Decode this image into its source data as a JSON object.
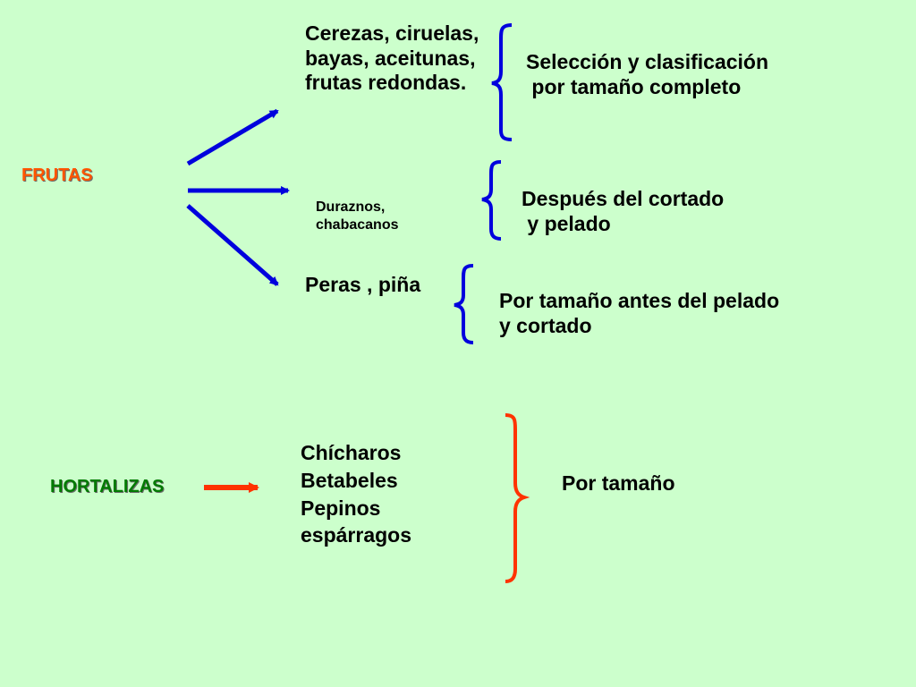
{
  "colors": {
    "background": "#ccffcc",
    "frutas_arrows": "#0000dd",
    "hortalizas_arrow": "#ff3300",
    "frutas_brackets": "#0000dd",
    "hortalizas_bracket": "#ff3300",
    "frutas_label": "#ff5500",
    "hortalizas_label": "#007a00"
  },
  "frutas": {
    "label": "FRUTAS",
    "branches": [
      {
        "items": [
          "Cerezas, ciruelas,",
          "bayas, aceitunas,",
          "frutas redondas."
        ],
        "process": [
          "Selección y clasificación",
          " por tamaño completo"
        ]
      },
      {
        "items": [
          "Duraznos,",
          "chabacanos"
        ],
        "process": [
          "Después del cortado",
          " y pelado"
        ]
      },
      {
        "items": [
          "Peras , piña"
        ],
        "process": [
          "Por tamaño antes del pelado",
          "y cortado"
        ]
      }
    ]
  },
  "hortalizas": {
    "label": "HORTALIZAS",
    "items": [
      "Chícharos",
      "Betabeles",
      "Pepinos",
      "espárragos"
    ],
    "process": "Por tamaño"
  }
}
